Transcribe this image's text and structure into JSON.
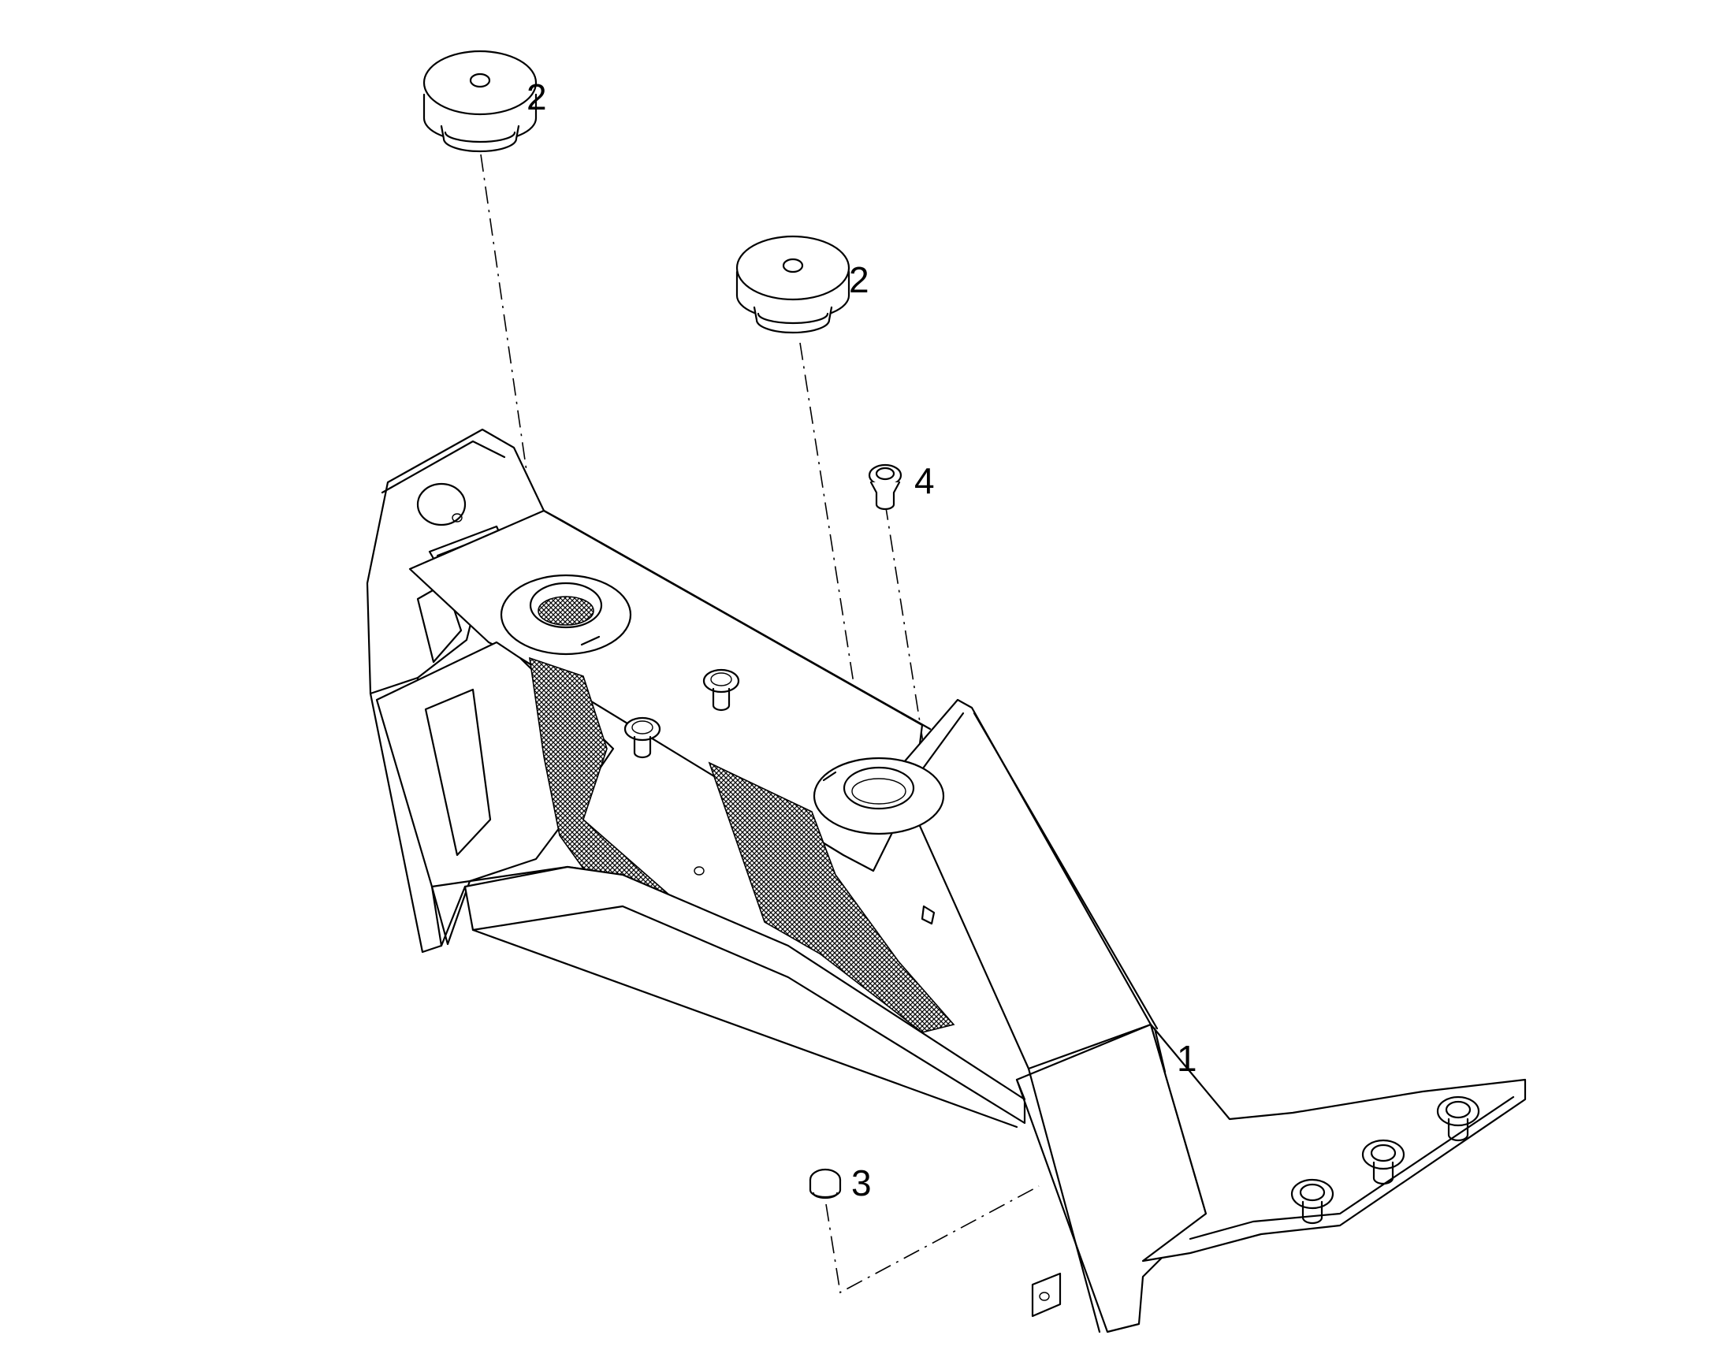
{
  "callouts": {
    "part_1": "1",
    "part_2a": "2",
    "part_2b": "2",
    "part_3": "3",
    "part_4": "4"
  }
}
